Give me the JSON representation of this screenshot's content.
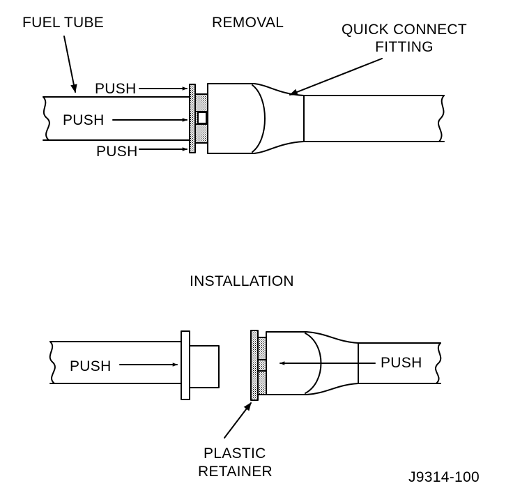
{
  "colors": {
    "ink": "#000000",
    "paper": "#ffffff",
    "shade": "#bdbdbd"
  },
  "diagram": {
    "removal": {
      "heading": "REMOVAL",
      "fuel_tube_label": "FUEL TUBE",
      "fitting_label_line1": "QUICK CONNECT",
      "fitting_label_line2": "FITTING",
      "push_top": "PUSH",
      "push_middle": "PUSH",
      "push_bottom": "PUSH"
    },
    "installation": {
      "heading": "INSTALLATION",
      "push_left": "PUSH",
      "push_right": "PUSH",
      "retainer_label_line1": "PLASTIC",
      "retainer_label_line2": "RETAINER"
    },
    "figure_id": "J9314-100"
  }
}
